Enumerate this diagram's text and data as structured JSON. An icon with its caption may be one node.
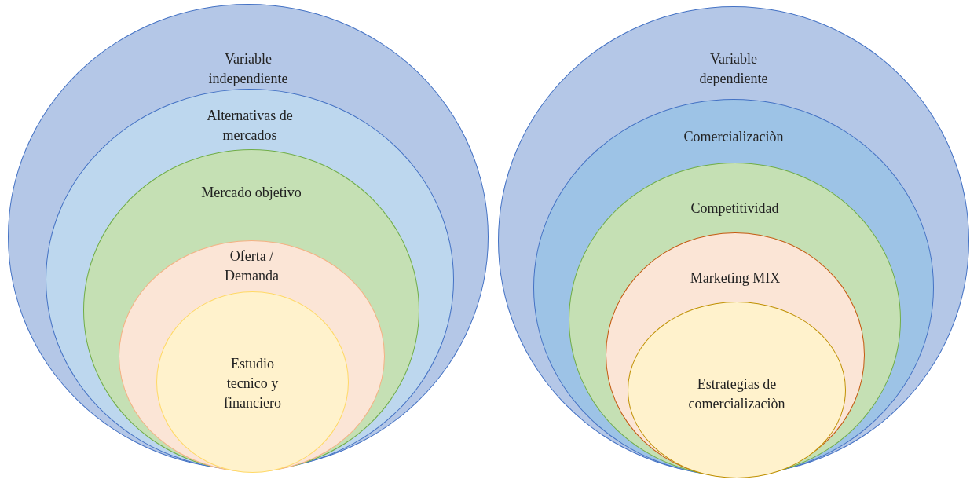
{
  "diagram": {
    "nodes": [
      {
        "text": [
          "Variable independiente"
        ]
      },
      {
        "text": [
          "Alternativas de mercados"
        ],
        "in": 0
      },
      {
        "text": [
          "Mercado objetivo"
        ],
        "in": 1
      },
      {
        "text": [
          "Oferta / Demanda"
        ],
        "in": 2
      },
      {
        "text": [
          "Estudio tecnico y financiero"
        ],
        "in": 3
      },
      {
        "text": [
          "Variable dependiente"
        ]
      },
      {
        "text": [
          "Comercializaciòn"
        ],
        "in": 5
      },
      {
        "text": [
          "Competitividad"
        ],
        "in": 6
      },
      {
        "text": [
          "Marketing MIX"
        ],
        "in": 7
      },
      {
        "text": [
          "Estrategias de comercializaciòn"
        ],
        "in": 8
      }
    ],
    "edges": []
  }
}
